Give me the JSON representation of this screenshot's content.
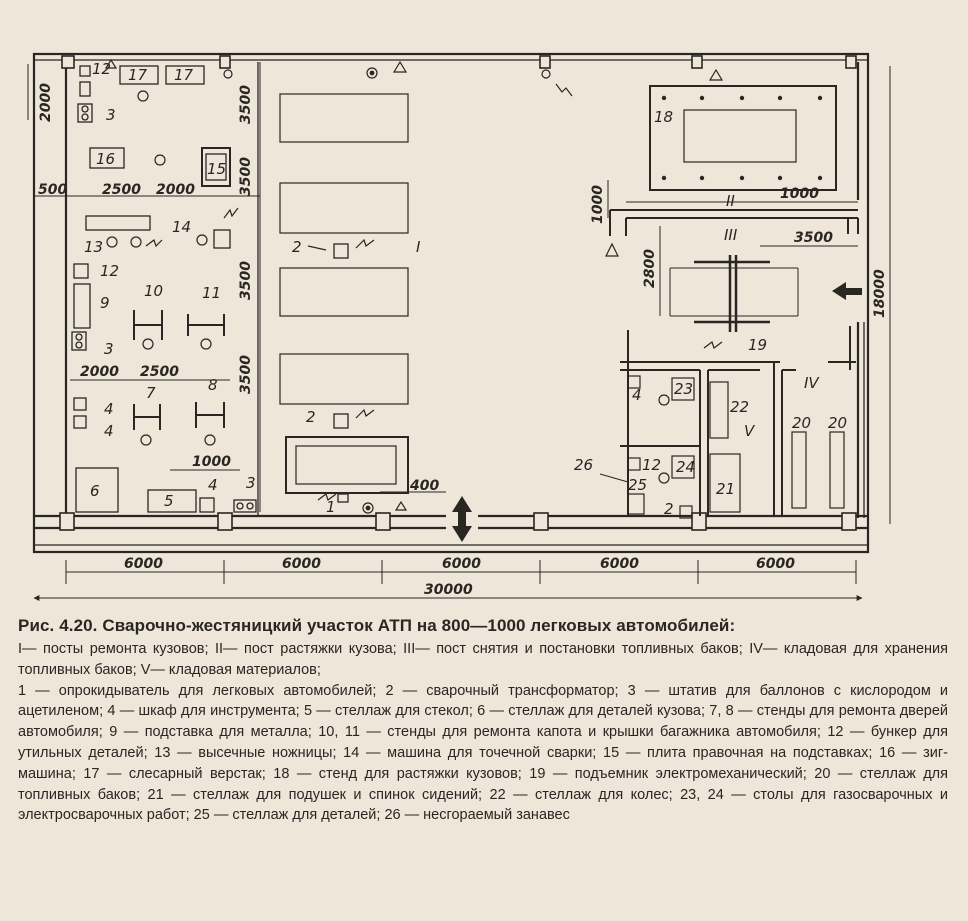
{
  "dims": {
    "d2000_left": "2000",
    "d500": "500",
    "d2500_top": "2500",
    "d2000_top": "2000",
    "d2000_mid": "2000",
    "d2500_mid": "2500",
    "d1000_bottom": "1000",
    "d400": "400",
    "d3500_a": "3500",
    "d3500_b": "3500",
    "d3500_c": "3500",
    "d3500_d": "3500",
    "d1000_right_v": "1000",
    "d1000_right_h": "1000",
    "d3500_right": "3500",
    "d2800": "2800",
    "d18000": "18000",
    "d6000_1": "6000",
    "d6000_2": "6000",
    "d6000_3": "6000",
    "d6000_4": "6000",
    "d6000_5": "6000",
    "d30000": "30000"
  },
  "zones": {
    "I": "I",
    "II": "II",
    "III": "III",
    "IV": "IV",
    "V": "V"
  },
  "items": {
    "n1": "1",
    "n2a": "2",
    "n2b": "2",
    "n2c": "2",
    "n3a": "3",
    "n3b": "3",
    "n3c": "3",
    "n4a": "4",
    "n4b": "4",
    "n4c": "4",
    "n4d": "4",
    "n5": "5",
    "n6": "6",
    "n7": "7",
    "n8": "8",
    "n9": "9",
    "n10": "10",
    "n11": "11",
    "n12a": "12",
    "n12b": "12",
    "n12c": "12",
    "n13": "13",
    "n14": "14",
    "n15": "15",
    "n16": "16",
    "n17a": "17",
    "n17b": "17",
    "n18": "18",
    "n19": "19",
    "n20a": "20",
    "n20b": "20",
    "n21": "21",
    "n22": "22",
    "n23": "23",
    "n24": "24",
    "n25": "25",
    "n26": "26"
  },
  "caption": {
    "title": "Рис. 4.20. Сварочно-жестяницкий участок АТП на 800—1000 легковых автомобилей:",
    "zones_text": "I— посты ремонта кузовов; II— пост растяжки кузова; III— пост снятия и постановки топливных баков; IV— кладовая для хранения топливных баков; V— кладовая материалов;",
    "items_text": "1 — опрокидыватель для легковых автомобилей; 2 — сварочный трансформатор; 3 — штатив для баллонов с кислородом и ацетиленом; 4 — шкаф для инструмента; 5 — стеллаж для стекол; 6 — стеллаж для деталей кузова; 7, 8 — стенды для ремонта дверей автомобиля; 9 — подставка для металла; 10, 11 — стенды для ремонта капота и крышки багажника автомобиля; 12 — бункер для утильных деталей; 13 — высечные ножницы; 14 — машина для точечной сварки; 15 — плита правочная на подставках; 16 — зиг-машина; 17 — слесарный верстак; 18 — стенд для растяжки кузовов; 19 — подъемник электромеханический; 20 — стеллаж для топливных баков; 21 — стеллаж для подушек и спинок сидений; 22 — стеллаж для колес; 23, 24 — столы для газосварочных и электросварочных работ; 25 — стеллаж для деталей; 26 — несгораемый занавес"
  }
}
